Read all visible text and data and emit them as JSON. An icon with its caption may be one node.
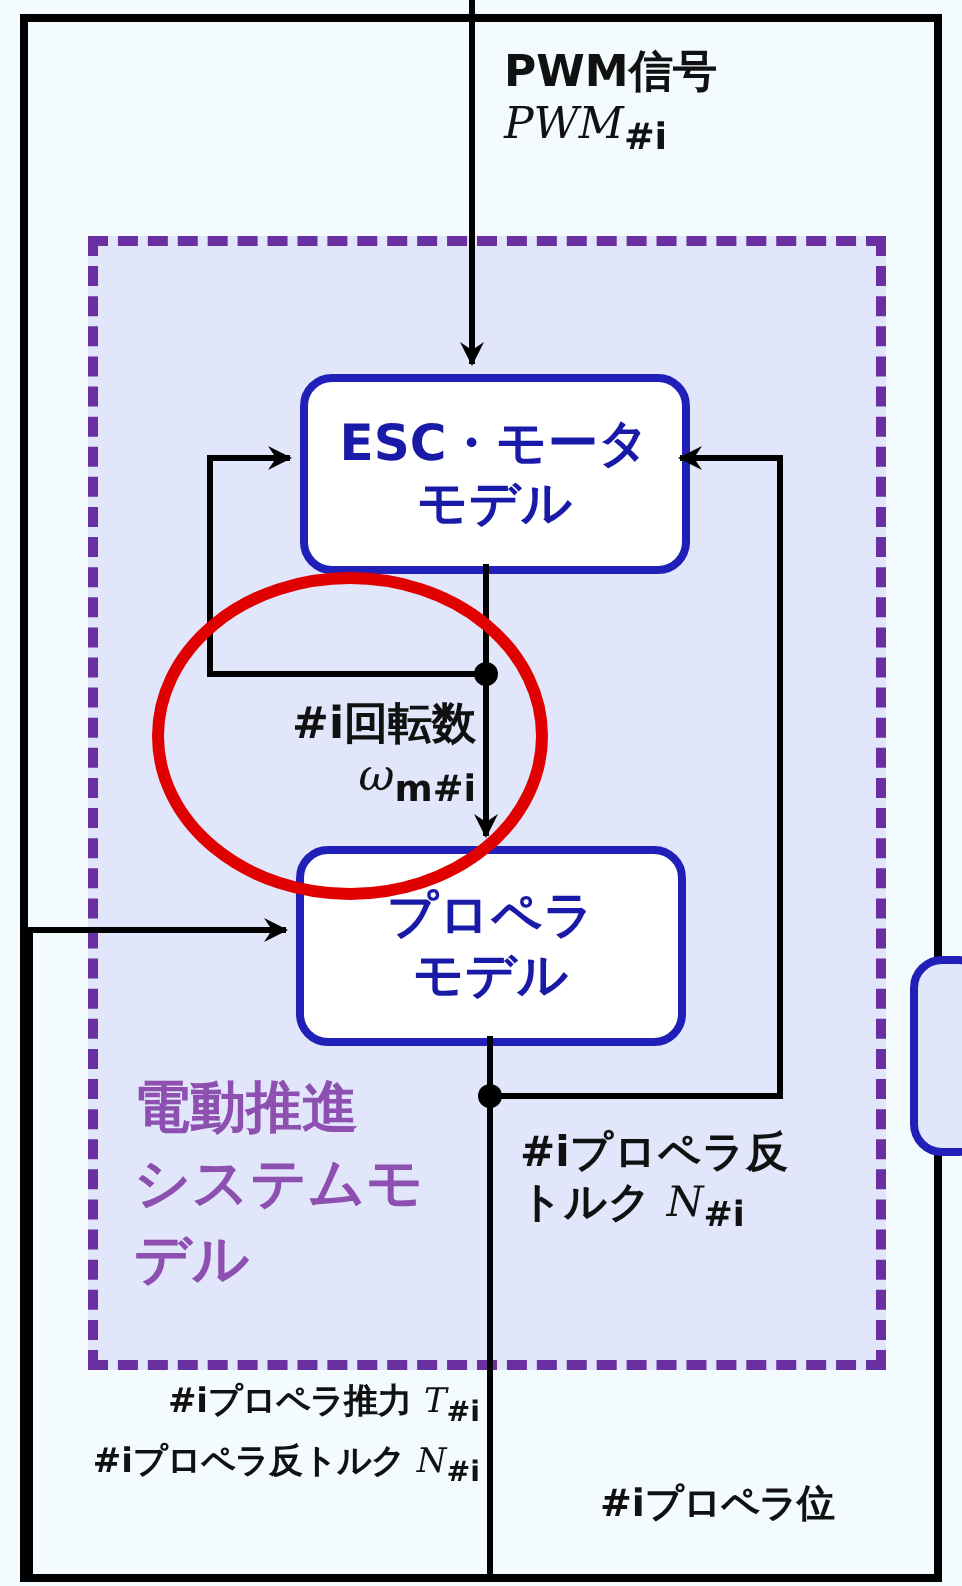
{
  "diagram": {
    "nodes": [
      {
        "text": [
          "電動推進システムモデル"
        ]
      },
      {
        "text": [
          "ESC・モータモデル"
        ],
        "in": 0
      },
      {
        "text": [
          "プロペラモデル"
        ],
        "in": 0
      },
      {
        "text": [],
        "shape": "box"
      }
    ],
    "edges": [
      {
        "from": null,
        "to": 1,
        "arrow": "to",
        "label": "PWM信号 *PWM*$_{#i}$"
      },
      {
        "from": 1,
        "to": 2,
        "arrow": "to",
        "label": "#i回転数 *ω*$_{m#i}$"
      },
      {
        "from": 1,
        "to": 1,
        "arrow": "to"
      },
      {
        "from": 2,
        "to": 1,
        "arrow": "to",
        "label": "#iプロペラ反トルク *N*$_{#i}$"
      },
      {
        "from": null,
        "to": 2,
        "arrow": "to"
      },
      {
        "from": 2,
        "to": null,
        "arrow": "none"
      }
    ],
    "labels": [
      "#iプロペラ推力 *T*$_{#i}$",
      "#iプロペラ反トルク *N*$_{#i}$",
      "#iプロペラ位"
    ]
  }
}
